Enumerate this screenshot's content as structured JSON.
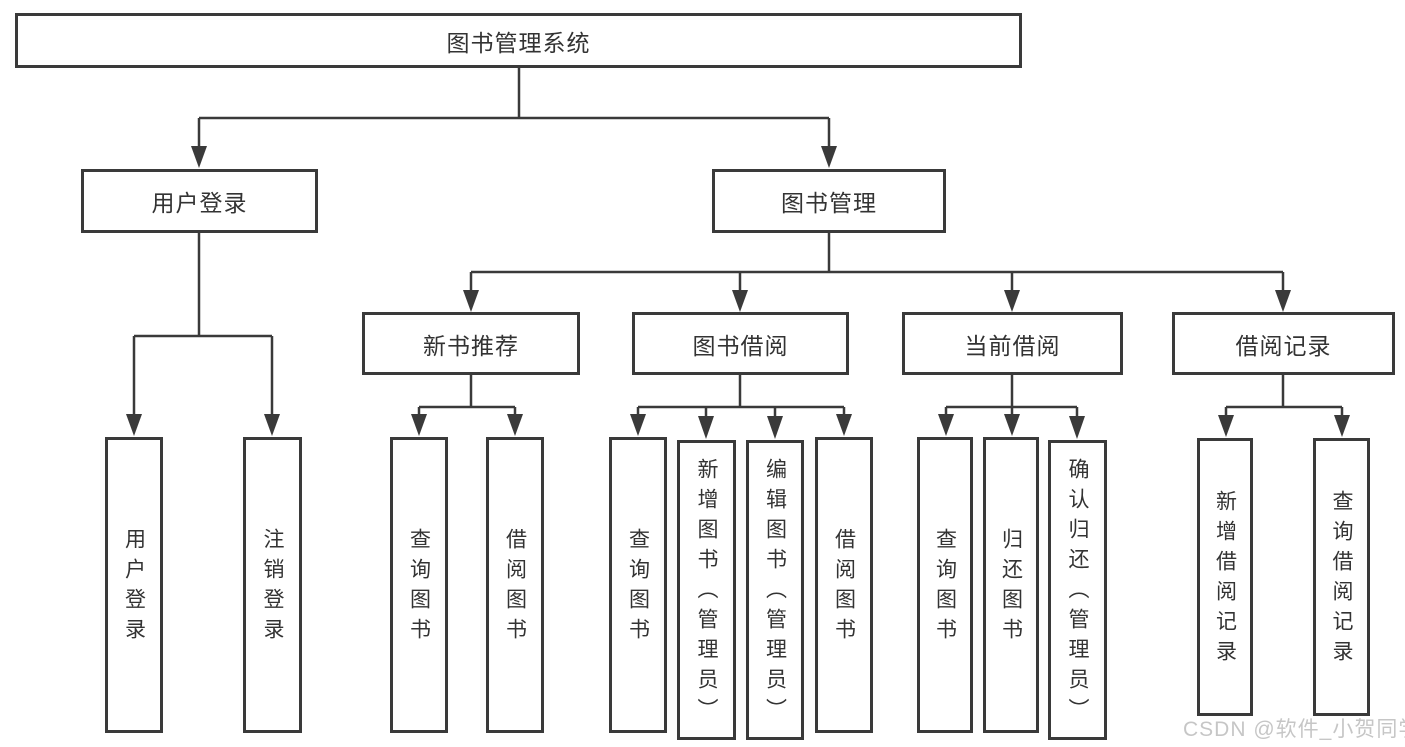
{
  "diagram": {
    "tree": {
      "root": {
        "label": "图书管理系统"
      },
      "branches": [
        {
          "label": "用户登录",
          "children": [
            {
              "label": "用户登录"
            },
            {
              "label": "注销登录"
            }
          ]
        },
        {
          "label": "图书管理",
          "children": [
            {
              "label": "新书推荐",
              "children": [
                {
                  "label": "查询图书"
                },
                {
                  "label": "借阅图书"
                }
              ]
            },
            {
              "label": "图书借阅",
              "children": [
                {
                  "label": "查询图书"
                },
                {
                  "label": "新增图书（管理员）"
                },
                {
                  "label": "编辑图书（管理员）"
                },
                {
                  "label": "借阅图书"
                }
              ]
            },
            {
              "label": "当前借阅",
              "children": [
                {
                  "label": "查询图书"
                },
                {
                  "label": "归还图书"
                },
                {
                  "label": "确认归还（管理员）"
                }
              ]
            },
            {
              "label": "借阅记录",
              "children": [
                {
                  "label": "新增借阅记录"
                },
                {
                  "label": "查询借阅记录"
                }
              ]
            }
          ]
        }
      ]
    }
  },
  "watermark": {
    "text": "CSDN @软件_小贺同学"
  },
  "colors": {
    "line": "#3a3a3a",
    "text": "#333333",
    "background": "#ffffff",
    "watermark": "#bdbdbd"
  }
}
